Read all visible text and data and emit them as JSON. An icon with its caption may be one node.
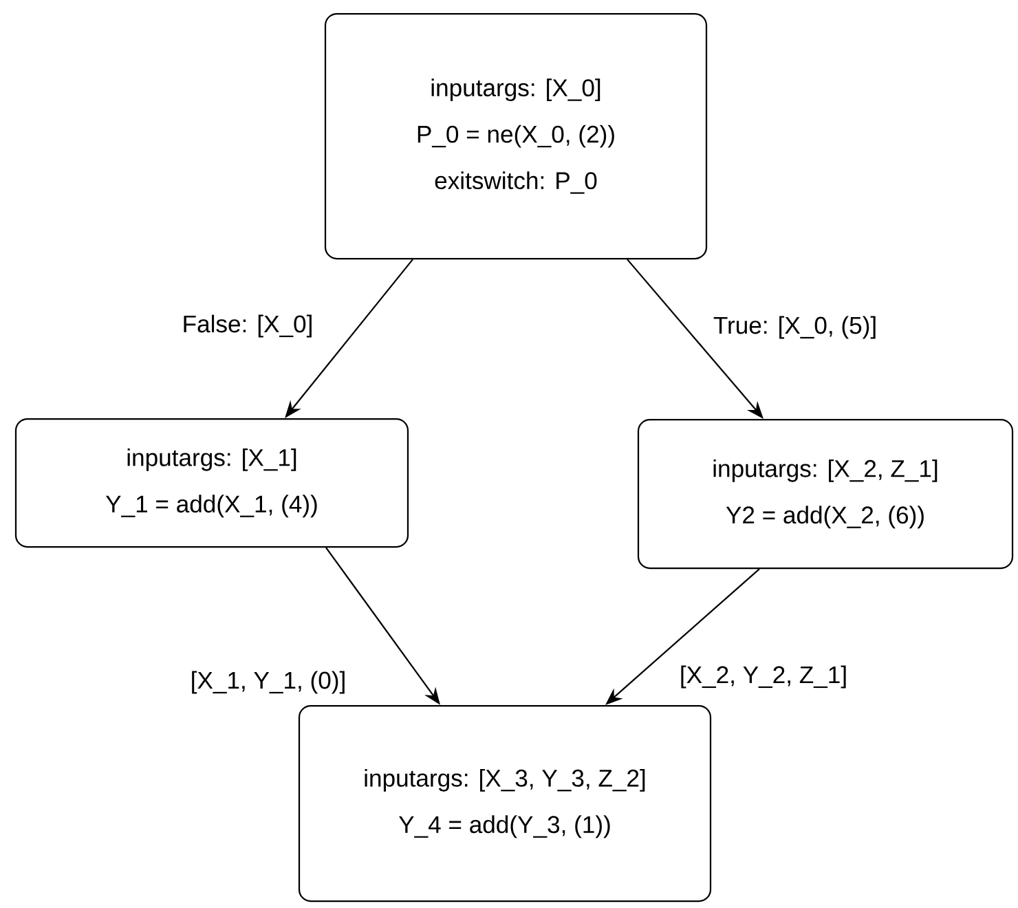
{
  "diagram": {
    "nodes": [
      {
        "text": [
          "inputargs: [X_0]",
          "P_0 = ne(X_0, (2))",
          "exitswitch: P_0"
        ]
      },
      {
        "text": [
          "inputargs: [X_1]",
          "Y_1 = add(X_1, (4))"
        ]
      },
      {
        "text": [
          "inputargs: [X_2, Z_1]",
          "Y2 = add(X_2, (6))"
        ]
      },
      {
        "text": [
          "inputargs: [X_3, Y_3, Z_2]",
          "Y_4 = add(Y_3, (1))"
        ]
      }
    ],
    "edges": [
      {
        "from": 0,
        "to": 1,
        "arrow": "to",
        "label": "False: [X_0]"
      },
      {
        "from": 0,
        "to": 2,
        "arrow": "to",
        "label": "True: [X_0, (5)]"
      },
      {
        "from": 1,
        "to": 3,
        "arrow": "to",
        "label": "[X_1, Y_1, (0)]"
      },
      {
        "from": 2,
        "to": 3,
        "arrow": "to",
        "label": "[X_2, Y_2, Z_1]"
      }
    ]
  }
}
